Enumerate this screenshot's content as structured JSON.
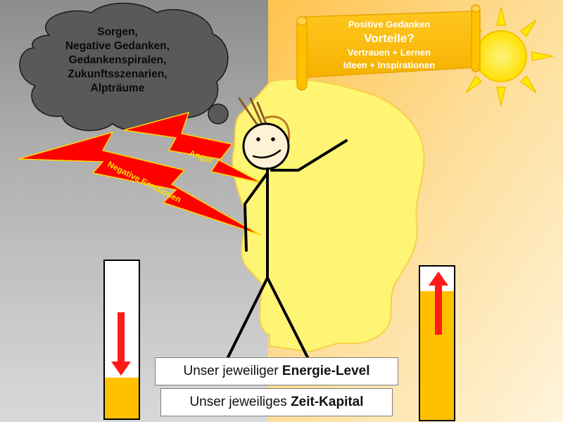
{
  "cloud": {
    "lines": [
      "Sorgen,",
      "Negative Gedanken,",
      "Gedankenspiralen,",
      "Zukunftsszenarien,",
      "Alpträume"
    ]
  },
  "bolts": {
    "top_label": "Angst",
    "bottom_label": "Negative Emotionen"
  },
  "scroll": {
    "line1": "Positive Gedanken",
    "line2": "Vorteile?",
    "line3": "Vertrauen + Lernen",
    "line4": "Ideen + Inspirationen"
  },
  "labels": {
    "energy_prefix": "Unser jeweiliger ",
    "energy_bold": "Energie-Level",
    "time_prefix": "Unser jeweiliges ",
    "time_bold": "Zeit-Kapital"
  },
  "gauges": {
    "left": {
      "fill_fraction": 0.26,
      "direction": "down"
    },
    "right": {
      "fill_fraction": 0.84,
      "direction": "up"
    }
  },
  "colors": {
    "gray_bg": "#b4b4b4",
    "warm_bg": "#fde3a6",
    "glow": "#fff574",
    "bolt_red": "#fe0000",
    "bolt_text": "#ffe000",
    "gauge_fill": "#ffc000",
    "scroll_fill": "#ffc000",
    "sun": "#ffea00",
    "cloud": "#595959"
  }
}
